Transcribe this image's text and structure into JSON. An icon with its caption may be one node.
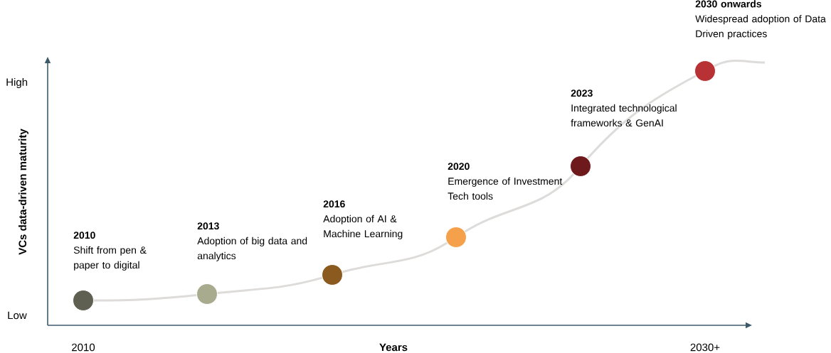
{
  "diagram": {
    "nodes": [
      {
        "text": [],
        "shape": "circle",
        "beside": [
          "2010",
          "Shift from pen & paper to digital"
        ]
      },
      {
        "text": [],
        "shape": "circle",
        "beside": [
          "2013",
          "Adoption of big data and analytics"
        ]
      },
      {
        "text": [],
        "shape": "circle",
        "beside": [
          "2016",
          "Adoption of AI & Machine Learning"
        ]
      },
      {
        "text": [],
        "shape": "circle",
        "beside": [
          "2020",
          "Emergence of Investment Tech tools"
        ]
      },
      {
        "text": [],
        "shape": "circle",
        "beside": [
          "2023",
          "Integrated technological frameworks & GenAI"
        ]
      },
      {
        "text": [],
        "shape": "circle",
        "beside": [
          "2030 onwards",
          "Widespread adoption of Data Driven practices"
        ]
      }
    ],
    "edges": [
      {
        "from": 0,
        "to": 1,
        "arrow": "none"
      },
      {
        "from": 1,
        "to": 2,
        "arrow": "none"
      },
      {
        "from": 2,
        "to": 3,
        "arrow": "none"
      },
      {
        "from": 3,
        "to": 4,
        "arrow": "none"
      },
      {
        "from": 4,
        "to": 5,
        "arrow": "none"
      },
      {
        "from": 5,
        "to": null,
        "arrow": "none"
      }
    ],
    "labels": [
      "High",
      "VCs data-driven maturity",
      "Low",
      "2010",
      "Years",
      "2030+"
    ]
  }
}
